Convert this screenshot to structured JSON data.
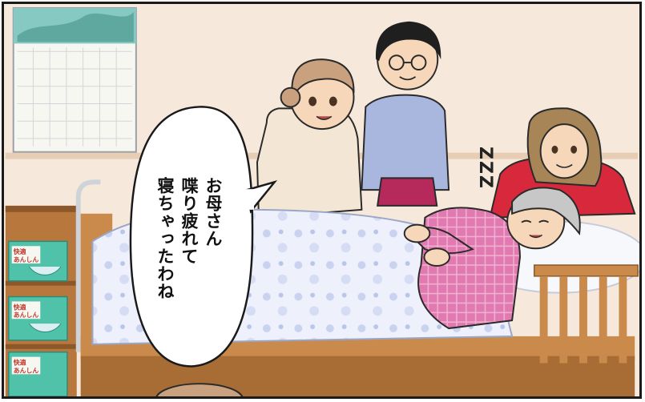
{
  "speech_bubble": {
    "lines": [
      "お母さん",
      "喋り疲れて",
      "寝ちゃったわね"
    ]
  },
  "sleep_sound": "ZZZ",
  "pack_labels": {
    "line1": "快適",
    "line2": "あんしん"
  },
  "colors": {
    "wall": "#f6e9dc",
    "bed_frame": "#c98a4b",
    "blanket": "#eef1fb",
    "pajama": "#e07ab0",
    "red_sweater": "#d8283c",
    "blue_sweater": "#a9b7df",
    "package_teal": "#4fc2a9"
  }
}
